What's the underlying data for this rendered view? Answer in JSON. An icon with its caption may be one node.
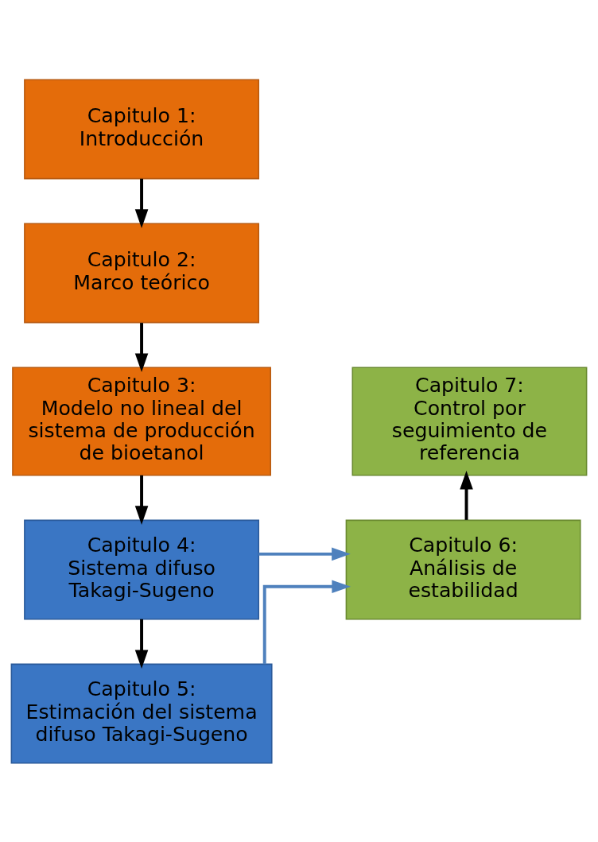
{
  "diagram": {
    "nodes": [
      {
        "text": [
          "Capitulo 1:",
          "Introducción"
        ]
      },
      {
        "text": [
          "Capitulo 2:",
          "Marco teórico"
        ]
      },
      {
        "text": [
          "Capitulo 3:",
          "Modelo no lineal del sistema de producción de bioetanol"
        ]
      },
      {
        "text": [
          "Capitulo 4:",
          "Sistema difuso Takagi-Sugeno"
        ]
      },
      {
        "text": [
          "Capitulo 5:",
          "Estimación del sistema difuso Takagi-Sugeno"
        ]
      },
      {
        "text": [
          "Capitulo 6:",
          "Análisis de estabilidad"
        ]
      },
      {
        "text": [
          "Capitulo 7:",
          "Control por seguimiento de referencia"
        ]
      }
    ],
    "edges": [
      {
        "from": 0,
        "to": 1,
        "arrow": "to"
      },
      {
        "from": 1,
        "to": 2,
        "arrow": "to"
      },
      {
        "from": 2,
        "to": 3,
        "arrow": "to"
      },
      {
        "from": 3,
        "to": 4,
        "arrow": "to"
      },
      {
        "from": 3,
        "to": 5,
        "arrow": "to",
        "color": "#4f81bd"
      },
      {
        "from": 4,
        "to": 5,
        "arrow": "to",
        "color": "#4f81bd"
      },
      {
        "from": 5,
        "to": 6,
        "arrow": "to"
      }
    ]
  }
}
